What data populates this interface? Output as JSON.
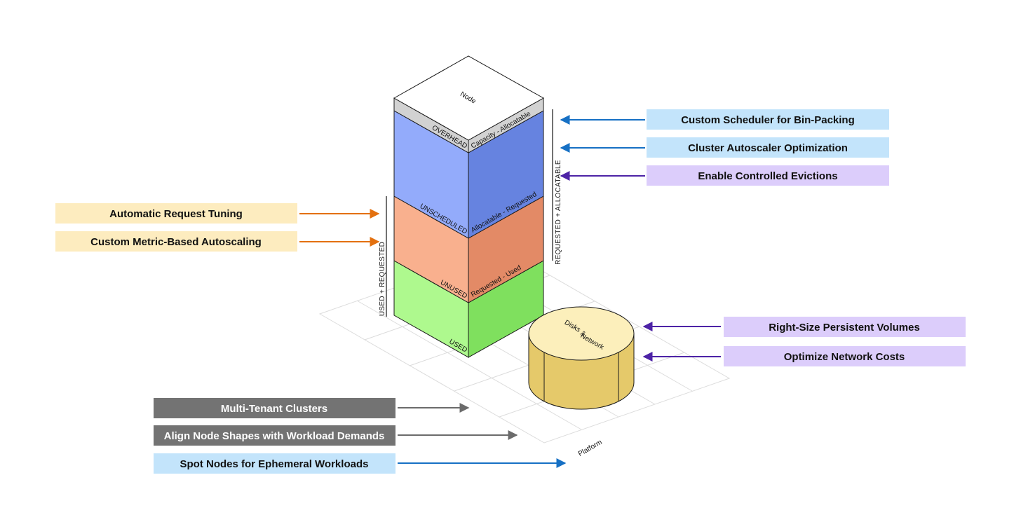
{
  "node": {
    "title": "Node",
    "layers": {
      "overhead": {
        "left": "OVERHEAD",
        "right": "Capacity - Allocatable"
      },
      "unscheduled": {
        "left": "UNSCHEDULED",
        "right": "Allocatable - Requested"
      },
      "unused": {
        "left": "UNUSED",
        "right": "Requested - Used"
      },
      "used": {
        "left": "USED"
      }
    }
  },
  "brackets": {
    "requested_allocatable": "REQUESTED + ALLOCATABLE",
    "used_requested": "USED + REQUESTED"
  },
  "disks": {
    "line1": "Disks",
    "line2": "&",
    "line3": "Network"
  },
  "platform": {
    "label": "Platform"
  },
  "callouts": {
    "scheduler": "Custom Scheduler for Bin-Packing",
    "autoscaler": "Cluster Autoscaler Optimization",
    "evictions": "Enable Controlled Evictions",
    "request_tuning": "Automatic Request Tuning",
    "metric_autoscaling": "Custom Metric-Based Autoscaling",
    "persistent_volumes": "Right-Size Persistent Volumes",
    "network_costs": "Optimize Network Costs",
    "multi_tenant": "Multi-Tenant Clusters",
    "node_shapes": "Align Node Shapes with Workload Demands",
    "spot_nodes": "Spot Nodes for Ephemeral Workloads"
  },
  "colors": {
    "blue_callout": "#c3e4fb",
    "purple_callout": "#dccdfb",
    "yellow_callout": "#fdecbf",
    "gray_callout": "#737373",
    "blue_arrow": "#1670c4",
    "purple_arrow": "#4d23a6",
    "orange_arrow": "#e3700f",
    "gray_arrow": "#6b6b6b",
    "unscheduled_left": "#93abfb",
    "unscheduled_right": "#6683e0",
    "unused_left": "#f9b08e",
    "unused_right": "#e38a66",
    "used_left": "#aef98e",
    "used_right": "#7fe05e",
    "overhead": "#d2d2d2",
    "disk_top": "#fcefbb",
    "disk_side": "#e5c96a"
  }
}
